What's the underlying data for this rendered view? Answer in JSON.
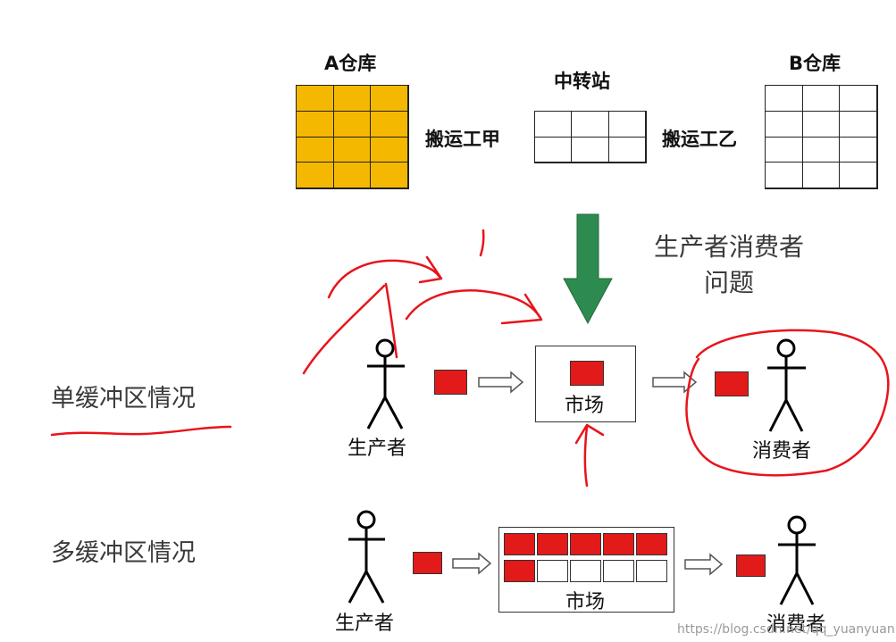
{
  "top": {
    "warehouse_a": "A仓库",
    "transfer_station": "中转站",
    "warehouse_b": "B仓库",
    "porter_a": "搬运工甲",
    "porter_b": "搬运工乙",
    "warehouse_a_color": "#f5b800",
    "warehouse_b_color": "#ffffff"
  },
  "arrow": {
    "color": "#2e8b4f"
  },
  "note": [
    "生产者消费者",
    "问题"
  ],
  "single_buffer": {
    "title": "单缓冲区情况",
    "producer": "生产者",
    "market": "市场",
    "consumer": "消费者"
  },
  "multi_buffer": {
    "title": "多缓冲区情况",
    "producer": "生产者",
    "market": "市场",
    "consumer": "消费者",
    "slots_row1": [
      true,
      true,
      true,
      true,
      true
    ],
    "slots_row2": [
      true,
      false,
      false,
      false,
      false
    ]
  },
  "watermark": "https://blog.csdn.net/qq_yuanyuan",
  "colors": {
    "item": "#e21a1a",
    "annotation": "#e8141b"
  }
}
